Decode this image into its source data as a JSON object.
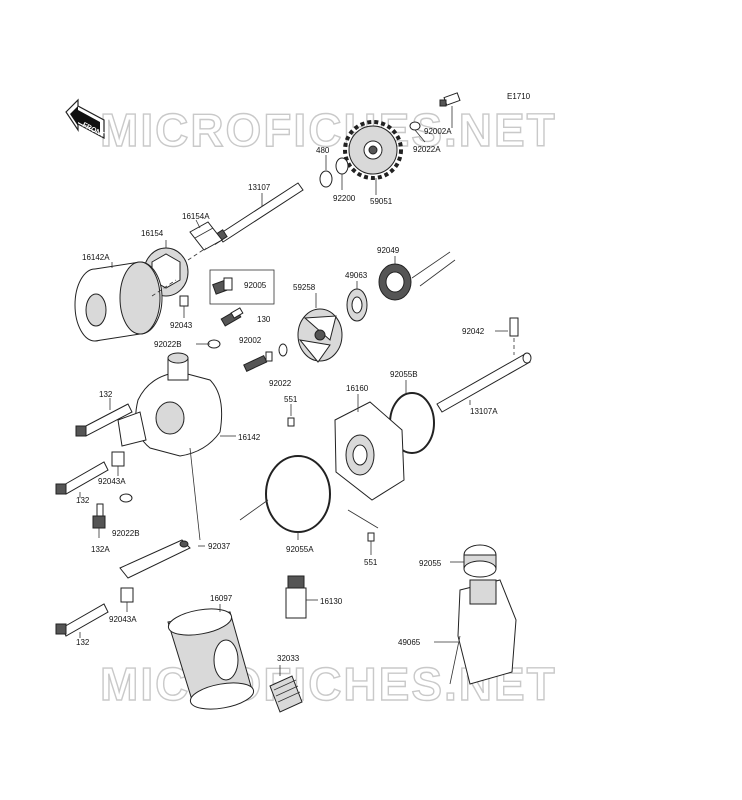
{
  "diagram": {
    "code": "E1710",
    "front_label": "FRONT",
    "watermark_top": "MICROFICHES.NET",
    "watermark_bottom": "MICROFICHES.NET"
  },
  "parts": [
    {
      "id": "p92002A",
      "label": "92002A"
    },
    {
      "id": "p92022A",
      "label": "92022A"
    },
    {
      "id": "p480",
      "label": "480"
    },
    {
      "id": "p92200",
      "label": "92200"
    },
    {
      "id": "p59051",
      "label": "59051"
    },
    {
      "id": "p13107",
      "label": "13107"
    },
    {
      "id": "p16154A",
      "label": "16154A"
    },
    {
      "id": "p16154",
      "label": "16154"
    },
    {
      "id": "p16142A",
      "label": "16142A"
    },
    {
      "id": "p92049",
      "label": "92049"
    },
    {
      "id": "p49063",
      "label": "49063"
    },
    {
      "id": "p59258",
      "label": "59258"
    },
    {
      "id": "p92005",
      "label": "92005"
    },
    {
      "id": "p92043",
      "label": "92043"
    },
    {
      "id": "p130",
      "label": "130"
    },
    {
      "id": "p92022B_top",
      "label": "92022B"
    },
    {
      "id": "p92002",
      "label": "92002"
    },
    {
      "id": "p92022",
      "label": "92022"
    },
    {
      "id": "p92042",
      "label": "92042"
    },
    {
      "id": "p132_top",
      "label": "132"
    },
    {
      "id": "p16160",
      "label": "16160"
    },
    {
      "id": "p92055B",
      "label": "92055B"
    },
    {
      "id": "p551_top",
      "label": "551"
    },
    {
      "id": "p13107A",
      "label": "13107A"
    },
    {
      "id": "p16142",
      "label": "16142"
    },
    {
      "id": "p92043A_mid",
      "label": "92043A"
    },
    {
      "id": "p132_mid",
      "label": "132"
    },
    {
      "id": "p92022B_bot",
      "label": "92022B"
    },
    {
      "id": "p132A",
      "label": "132A"
    },
    {
      "id": "p92037",
      "label": "92037"
    },
    {
      "id": "p92055A",
      "label": "92055A"
    },
    {
      "id": "p551_bot",
      "label": "551"
    },
    {
      "id": "p92055",
      "label": "92055"
    },
    {
      "id": "p16097",
      "label": "16097"
    },
    {
      "id": "p16130",
      "label": "16130"
    },
    {
      "id": "p92043A_bot",
      "label": "92043A"
    },
    {
      "id": "p132_bot",
      "label": "132"
    },
    {
      "id": "p49065",
      "label": "49065"
    },
    {
      "id": "p32033",
      "label": "32033"
    }
  ]
}
